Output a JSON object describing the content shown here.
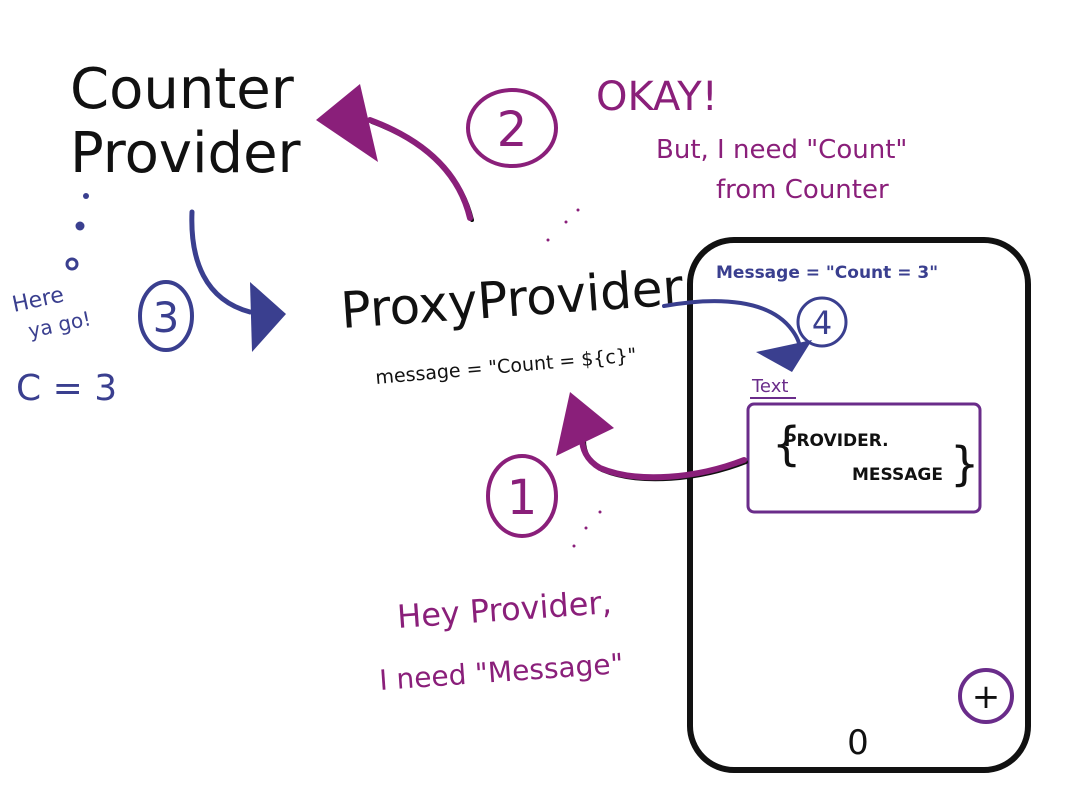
{
  "colors": {
    "black": "#111111",
    "purple": "#8a1f7a",
    "blue": "#3a3f8f",
    "violet": "#6a2c8a"
  },
  "nodes": {
    "counter_provider": {
      "line1": "Counter",
      "line2": "Provider"
    },
    "proxy_provider": {
      "title": "ProxyProvider",
      "message": "message = \"Count = ${c}\""
    }
  },
  "steps": {
    "one": {
      "number": "1",
      "line1": "Hey Provider,",
      "line2": "I need \"Message\""
    },
    "two": {
      "number": "2",
      "line1": "OKAY!",
      "line2": "But, I need \"Count\"",
      "line3": "from Counter"
    },
    "three": {
      "number": "3",
      "line1": "Here",
      "line2": "ya go!",
      "line3": "C = 3"
    },
    "four": {
      "number": "4"
    }
  },
  "phone": {
    "message_label": "Message = \"Count = 3\"",
    "text_widget_label": "Text",
    "text_widget_line1": "PROVIDER.",
    "text_widget_line2": "MESSAGE",
    "counter_value": "0",
    "fab_label": "+"
  }
}
